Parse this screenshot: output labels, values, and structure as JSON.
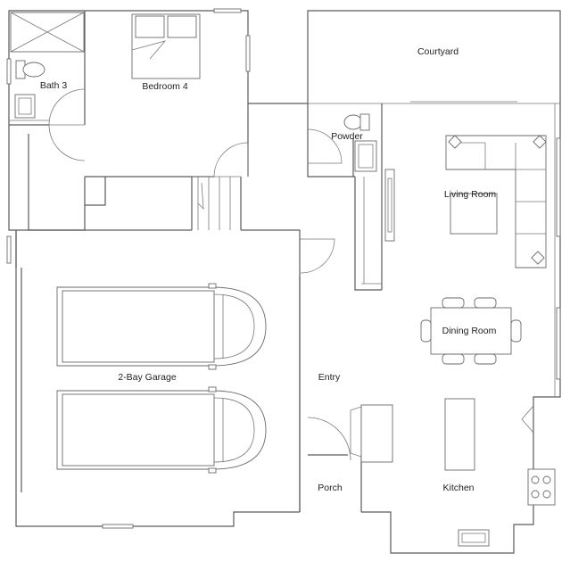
{
  "rooms": {
    "courtyard": "Courtyard",
    "bath3": "Bath 3",
    "bedroom4": "Bedroom 4",
    "powder": "Powder",
    "living": "Living Room",
    "dining": "Dining Room",
    "garage": "2-Bay Garage",
    "entry": "Entry",
    "porch": "Porch",
    "kitchen": "Kitchen"
  },
  "colors": {
    "wall": "#5a5a5a",
    "background": "#ffffff"
  }
}
